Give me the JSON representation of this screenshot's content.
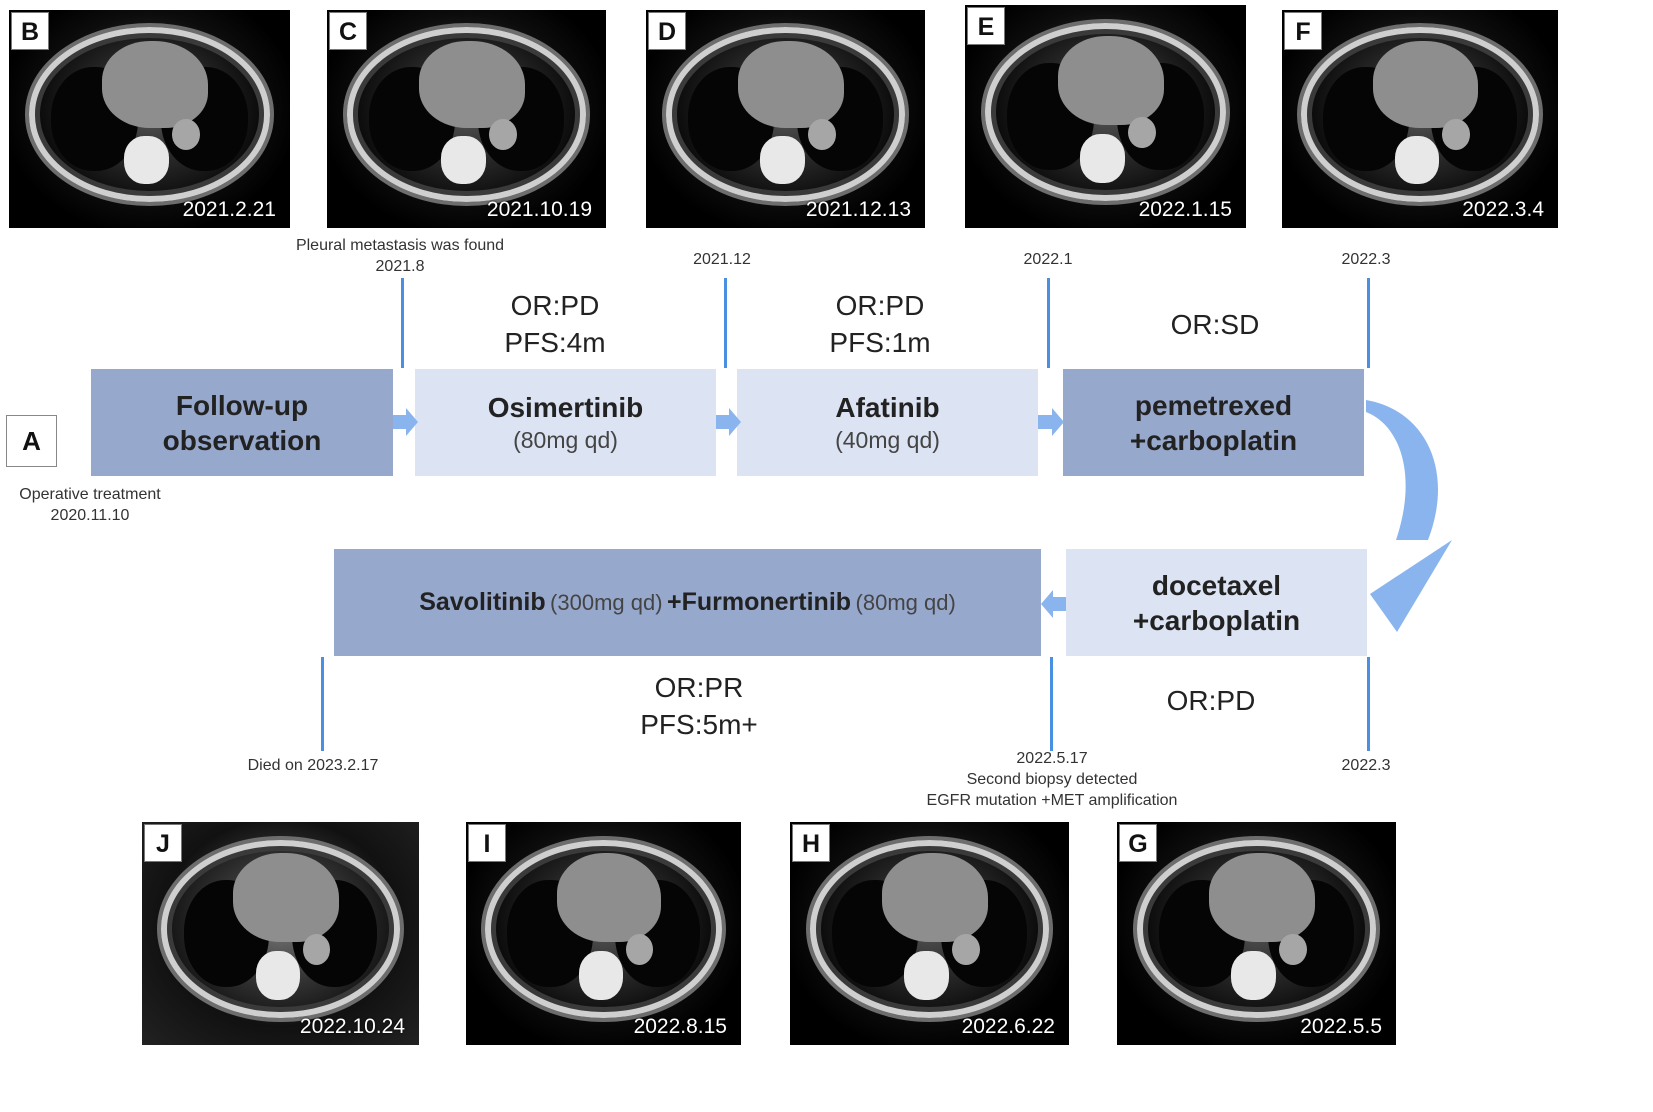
{
  "panel_a_label": "A",
  "scans_top": [
    {
      "letter": "B",
      "date": "2021.2.21"
    },
    {
      "letter": "C",
      "date": "2021.10.19"
    },
    {
      "letter": "D",
      "date": "2021.12.13"
    },
    {
      "letter": "E",
      "date": "2022.1.15"
    },
    {
      "letter": "F",
      "date": "2022.3.4"
    }
  ],
  "scans_bottom": [
    {
      "letter": "J",
      "date": "2022.10.24"
    },
    {
      "letter": "I",
      "date": "2022.8.15"
    },
    {
      "letter": "H",
      "date": "2022.6.22"
    },
    {
      "letter": "G",
      "date": "2022.5.5"
    }
  ],
  "top_notes": {
    "pleural_line1": "Pleural metastasis was found",
    "pleural_line2": "2021.8",
    "t1": "2021.12",
    "t2": "2022.1",
    "t3": "2022.3"
  },
  "outcomes_top": [
    {
      "line1": "OR:PD",
      "line2": "PFS:4m"
    },
    {
      "line1": "OR:PD",
      "line2": "PFS:1m"
    },
    {
      "line1": "OR:SD",
      "line2": ""
    }
  ],
  "treatments_top": [
    {
      "title1": "Follow-up",
      "title2": "observation"
    },
    {
      "title": "Osimertinib",
      "dose": "(80mg qd)"
    },
    {
      "title": "Afatinib",
      "dose": "(40mg qd)"
    },
    {
      "title1": "pemetrexed",
      "title2": "+carboplatin"
    }
  ],
  "operative": {
    "line1": "Operative treatment",
    "line2": "2020.11.10"
  },
  "treatments_bottom": {
    "combo": {
      "drug1": "Savolitinib",
      "dose1": "(300mg qd)",
      "drug2": "+Furmonertinib",
      "dose2": "(80mg qd)"
    },
    "chemo": {
      "title1": "docetaxel",
      "title2": "+carboplatin"
    }
  },
  "outcomes_bottom": [
    {
      "line1": "OR:PR",
      "line2": "PFS:5m+"
    },
    {
      "line1": "OR:PD"
    }
  ],
  "bottom_notes": {
    "died": "Died on 2023.2.17",
    "biopsy_date": "2022.5.17",
    "biopsy_line1": "Second biopsy detected",
    "biopsy_line2": "EGFR mutation +MET amplification",
    "b_right": "2022.3"
  },
  "colors": {
    "box_dark": "#97a8cd",
    "box_light": "#dce3f3",
    "arrow": "#8ab4ee",
    "marker_line": "#4a90e2"
  }
}
